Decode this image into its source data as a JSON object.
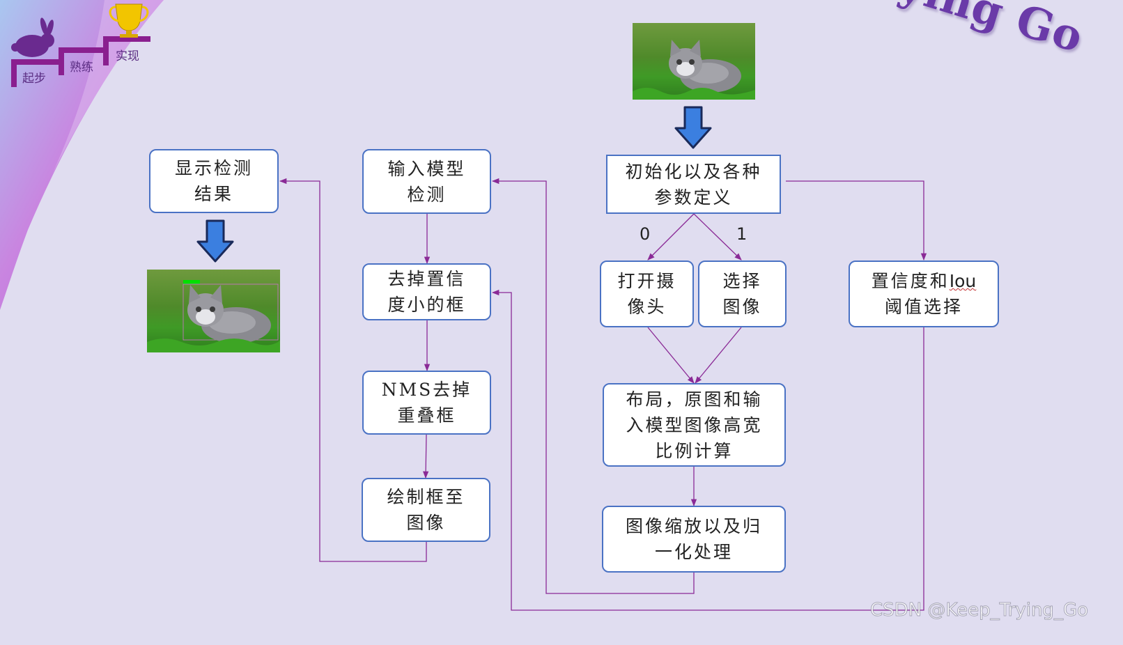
{
  "branding": {
    "watermark_title": "Keep Trying Go",
    "csdn_watermark": "CSDN @Keep_Trying_Go"
  },
  "stairs": {
    "step1": "起步",
    "step2": "熟练",
    "step3": "实现"
  },
  "nodes": {
    "init": "初始化以及各种\n参数定义",
    "open_camera": "打开摄\n像头",
    "select_image": "选择\n图像",
    "layout": "布局，原图和输\n入模型图像高宽\n比例计算",
    "scale": "图像缩放以及归\n一化处理",
    "threshold_pre": "置信度和",
    "threshold_mid": "Iou",
    "threshold_post": "\n阈值选择",
    "model_detect": "输入模型\n检测",
    "remove_low_conf": "去掉置信\n度小的框",
    "nms": "NMS去掉\n重叠框",
    "draw": "绘制框至\n图像",
    "show": "显示检测\n结果"
  },
  "branch_labels": {
    "left": "0",
    "right": "1"
  },
  "colors": {
    "box_border": "#4a72c4",
    "connector": "#8a2a96",
    "big_arrow_fill": "#3b7fe0",
    "big_arrow_stroke": "#1a2a5a",
    "background": "#e0ddf0",
    "detection_box": "#00e000"
  },
  "icons": {
    "trophy": "trophy-icon",
    "rabbit": "rabbit-icon",
    "cat_input": "cat-photo",
    "cat_output": "cat-photo-with-detection"
  }
}
